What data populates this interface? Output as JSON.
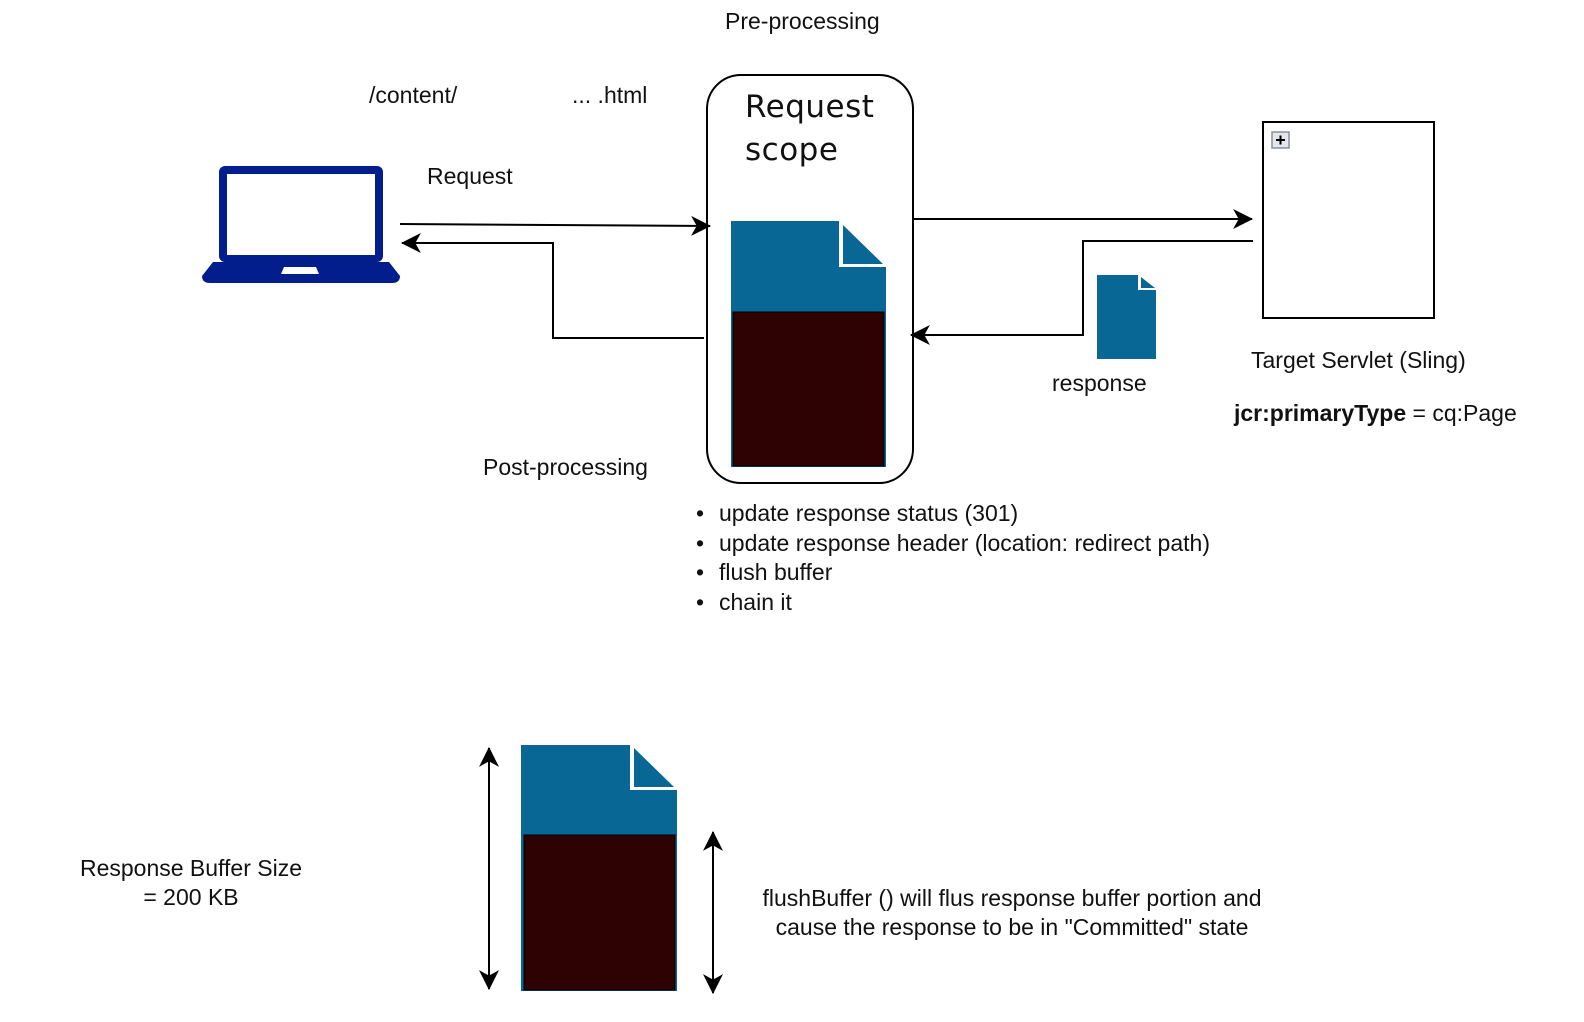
{
  "labels": {
    "pre_processing": "Pre-processing",
    "url_path_start": "/content/",
    "url_path_end": "... .html",
    "request": "Request",
    "request_scope_line1": "Request",
    "request_scope_line2": "scope",
    "post_processing": "Post-processing",
    "response": "response",
    "target_servlet": "Target Servlet (Sling)",
    "primary_type_key": "jcr:primaryType",
    "primary_type_eq": " = ",
    "primary_type_value": "cq:Page",
    "buffer_size_line1": "Response Buffer Size",
    "buffer_size_line2": "= 200 KB",
    "flush_line1": "flushBuffer () will flus response buffer portion and",
    "flush_line2": "cause the response to be in \"Committed\" state"
  },
  "filter_actions": [
    "update response status (301)",
    "update response header (location: redirect path)",
    "flush buffer",
    "chain it"
  ],
  "icons": {
    "client": "laptop-icon",
    "document": "document-icon",
    "expand": "plus-box-icon"
  },
  "colors": {
    "laptop": "#021e8c",
    "doc_blue": "#096796",
    "buffer_dark": "#2e0202",
    "line": "#000000"
  }
}
